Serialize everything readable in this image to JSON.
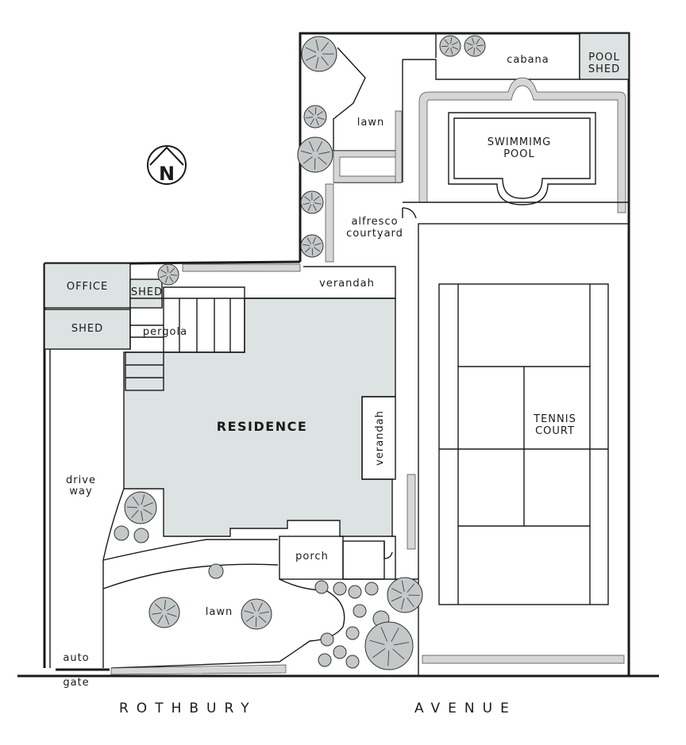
{
  "labels": {
    "north": "N",
    "cabana": "cabana",
    "pool_shed_1": "POOL",
    "pool_shed_2": "SHED",
    "lawn_top": "lawn",
    "pool_1": "SWIMMIMG",
    "pool_2": "POOL",
    "alfresco_1": "alfresco",
    "alfresco_2": "courtyard",
    "office": "OFFICE",
    "shed_small": "SHED",
    "shed": "SHED",
    "verandah_top": "verandah",
    "pergola": "pergola",
    "residence": "RESIDENCE",
    "verandah_side": "verandah",
    "tennis_1": "TENNIS",
    "tennis_2": "COURT",
    "driveway_1": "drive",
    "driveway_2": "way",
    "porch": "porch",
    "lawn_bottom": "lawn",
    "auto": "auto",
    "gate": "gate",
    "street_1": "ROTHBURY",
    "street_2": "AVENUE"
  },
  "colors": {
    "building_fill": "#dde3e2",
    "outline": "#1a1a1a",
    "planting": "#c4c8c8"
  }
}
